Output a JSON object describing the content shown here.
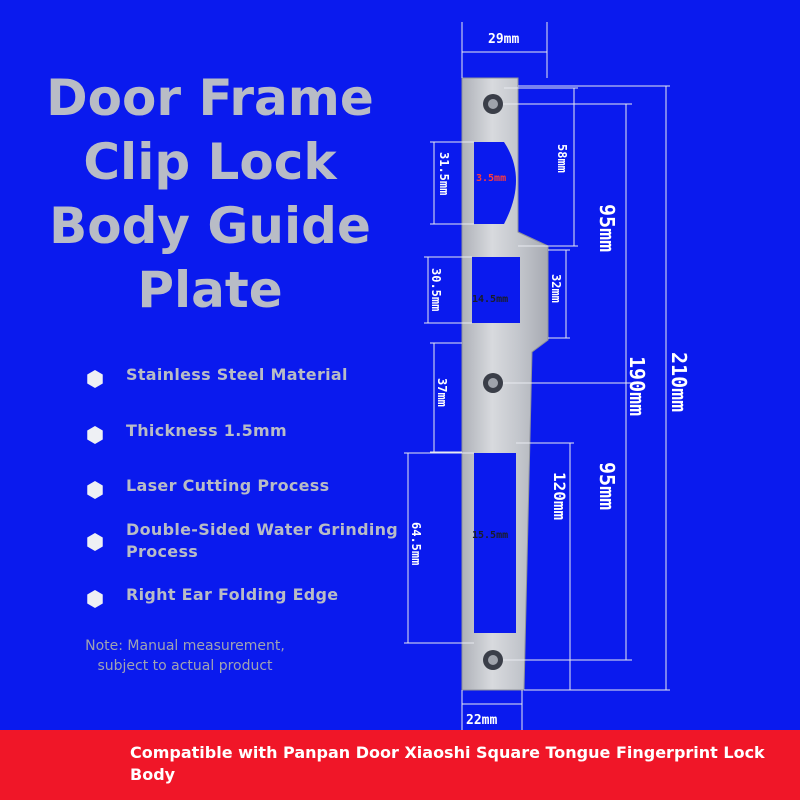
{
  "title": {
    "lines": [
      "Door Frame",
      "Clip Lock",
      "Body Guide",
      "Plate"
    ]
  },
  "features": [
    {
      "label": "Stainless Steel Material"
    },
    {
      "label": "Thickness 1.5mm"
    },
    {
      "label": "Laser Cutting Process"
    },
    {
      "label": "Double-Sided Water Grinding Process"
    },
    {
      "label": "Right Ear Folding Edge"
    }
  ],
  "note": {
    "line1": "Note: Manual measurement,",
    "line2": "subject to actual product"
  },
  "bottom_banner": "Compatible with Panpan Door Xiaoshi Square Tongue Fingerprint Lock Body",
  "dimensions": {
    "top_width": "29mm",
    "bottom_width": "22mm",
    "cutout1_height": "31.5mm",
    "cutout1_width": "3.5mm",
    "cutout1_span": "58mm",
    "cutout2_height": "30.5mm",
    "cutout2_width": "14.5mm",
    "cutout2_span": "32mm",
    "hole_spacing_mid": "37mm",
    "cutout3_height": "64.5mm",
    "cutout3_width": "15.5mm",
    "cutout3_span": "120mm",
    "upper_spacing": "95mm",
    "lower_spacing": "95mm",
    "hole_span": "190mm",
    "total_length": "210mm"
  },
  "colors": {
    "background": "#0a1aee",
    "banner": "#f01628",
    "text_gray": "#b8bcc6",
    "plate": "#c9ccd2"
  }
}
